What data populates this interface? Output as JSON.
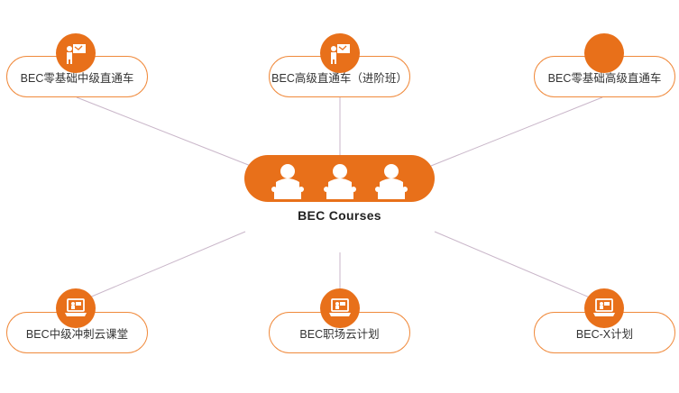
{
  "center": {
    "label": "BEC Courses",
    "icon": "three-students-icon"
  },
  "nodes": [
    {
      "id": "zero-to-mid",
      "label": "BEC零基础中级直通车",
      "icon": "teacher-board-icon"
    },
    {
      "id": "advanced-express",
      "label": "BEC高级直通车（进阶班）",
      "icon": "teacher-board-icon"
    },
    {
      "id": "zero-to-high",
      "label": "BEC零基础高级直通车",
      "icon": "circle-icon"
    },
    {
      "id": "mid-sprint",
      "label": "BEC中级冲刺云课堂",
      "icon": "laptop-teacher-icon"
    },
    {
      "id": "workplace-cloud",
      "label": "BEC职场云计划",
      "icon": "laptop-teacher-icon"
    },
    {
      "id": "bec-x",
      "label": "BEC-X计划",
      "icon": "laptop-teacher-icon"
    }
  ],
  "colors": {
    "accent": "#e8701a",
    "border": "#f08a3c",
    "line": "#c9b6c9"
  }
}
